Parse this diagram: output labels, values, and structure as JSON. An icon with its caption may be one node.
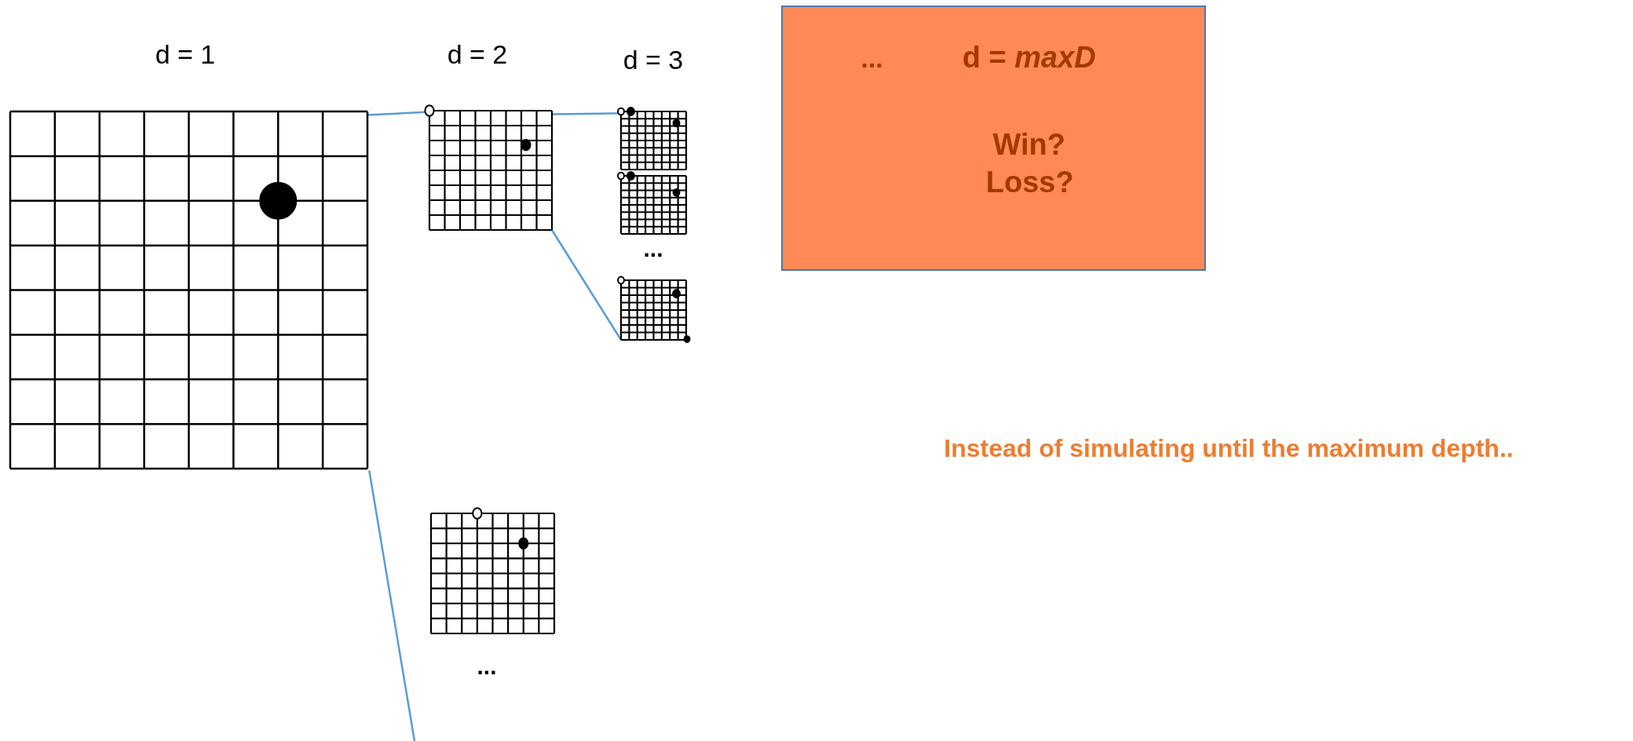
{
  "diagram": {
    "nodes": [
      {
        "text": [],
        "shape": "picture"
      },
      {
        "text": [],
        "shape": "picture"
      },
      {
        "text": [],
        "shape": "picture"
      },
      {
        "text": [],
        "shape": "picture"
      },
      {
        "text": [],
        "shape": "picture"
      },
      {
        "text": [],
        "shape": "picture"
      },
      {
        "text": [
          "...",
          "d = *maxD*",
          "Win? Loss?"
        ]
      }
    ],
    "edges": [
      {
        "from": 0,
        "to": 1,
        "arrow": "none"
      },
      {
        "from": 1,
        "to": 2,
        "arrow": "none"
      },
      {
        "from": 1,
        "to": 4,
        "arrow": "none"
      },
      {
        "from": 0,
        "to": null,
        "arrow": "none"
      }
    ],
    "labels": [
      "d = 1",
      "d = 2",
      "d = 3",
      "...",
      "...",
      "Instead of simulating until the maximum depth.."
    ]
  }
}
